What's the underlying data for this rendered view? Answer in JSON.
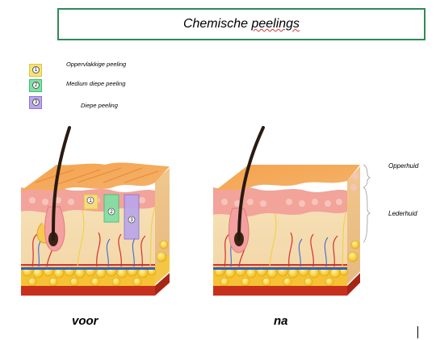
{
  "title": {
    "prefix": "Chemische ",
    "spellchecked": "peelings"
  },
  "legend": [
    {
      "num": "1",
      "label": "Oppervlakkige peeling",
      "color": "#f7e27a",
      "border": "#e2c53b"
    },
    {
      "num": "2",
      "label": "Medium diepe peeling",
      "color": "#7fe0a6",
      "border": "#3fbf73"
    },
    {
      "num": "3",
      "label": "Diepe peeling",
      "color": "#b9a6ec",
      "border": "#8e74d8"
    }
  ],
  "markers": {
    "m1": "1",
    "m2": "2",
    "m3": "3"
  },
  "labels": {
    "epidermis": "Opperhuid",
    "dermis": "Lederhuid"
  },
  "captions": {
    "before": "voor",
    "after": "na"
  }
}
